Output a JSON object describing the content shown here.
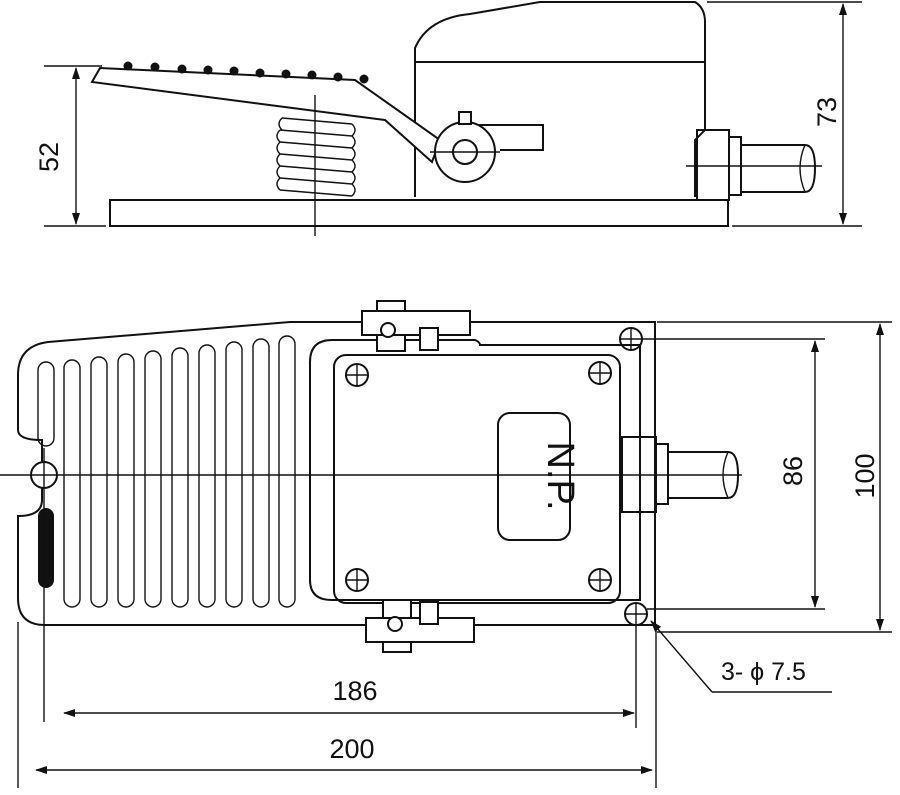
{
  "dimensions": {
    "side_height_pedal": "52",
    "side_height_total": "73",
    "plan_hole_spacing_y": "86",
    "plan_width": "100",
    "plan_hole_spacing_x": "186",
    "plan_length": "200"
  },
  "labels": {
    "plate": "N.P.",
    "holes_note": "3- ϕ 7.5"
  },
  "colors": {
    "line": "#111111",
    "background": "#ffffff"
  }
}
